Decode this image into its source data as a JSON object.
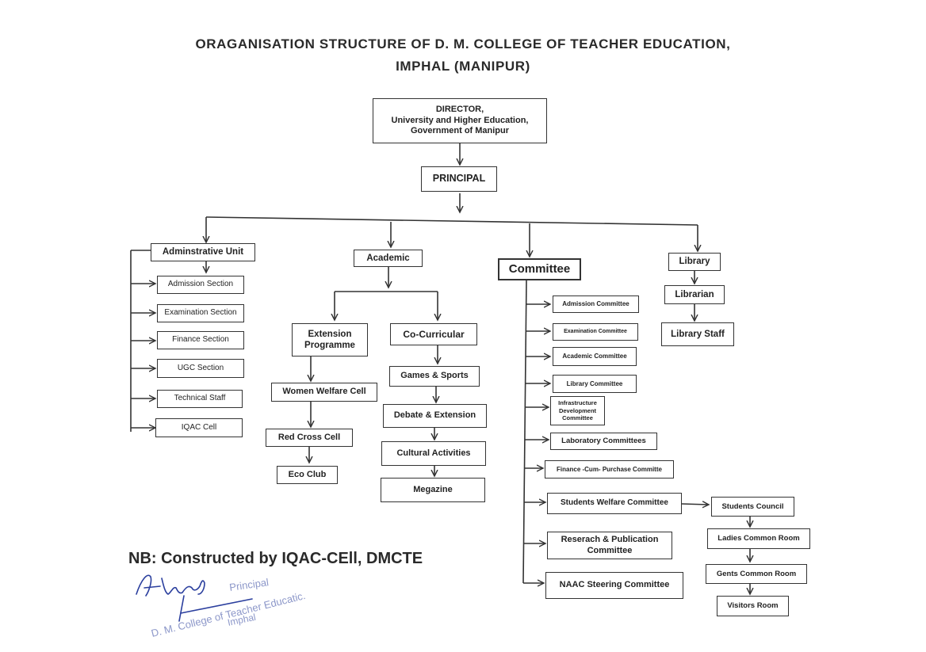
{
  "title": {
    "line1": "ORAGANISATION STRUCTURE OF D. M. COLLEGE OF TEACHER EDUCATION,",
    "line2": "IMPHAL (MANIPUR)"
  },
  "director": {
    "line1": "DIRECTOR,",
    "line2": "University and Higher Education,",
    "line3": "Government of Manipur"
  },
  "principal": "PRINCIPAL",
  "administrative": {
    "head": "Adminstrative Unit",
    "items": [
      "Admission Section",
      "Examination Section",
      "Finance Section",
      "UGC Section",
      "Technical Staff",
      "IQAC Cell"
    ]
  },
  "academic": {
    "head": "Academic",
    "extension": {
      "head_line1": "Extension",
      "head_line2": "Programme",
      "items": [
        "Women Welfare Cell",
        "Red Cross Cell",
        "Eco Club"
      ]
    },
    "cocurricular": {
      "head": "Co-Curricular",
      "items": [
        "Games & Sports",
        "Debate & Extension",
        "Cultural Activities",
        "Megazine"
      ]
    }
  },
  "committee": {
    "head": "Committee",
    "items": [
      "Admission Committee",
      "Examination Committee",
      "Academic Committee",
      "Library Committee",
      "Infrastructure Development Committee",
      "Laboratory Committees",
      "Finance -Cum- Purchase Committe",
      "Students Welfare Committee",
      "Reserach & Publication Committee",
      "NAAC Steering Committee"
    ],
    "students_welfare_chain": [
      "Students Council",
      "Ladies Common Room",
      "Gents Common Room",
      "Visitors Room"
    ]
  },
  "library": {
    "items": [
      "Library",
      "Librarian",
      "Library Staff"
    ]
  },
  "footer": {
    "nb": "NB: Constructed by IQAC-CEll, DMCTE"
  },
  "stamp": {
    "role": "Principal",
    "line1": "D. M. College of Teacher Educatic.",
    "line2": "Imphal"
  }
}
